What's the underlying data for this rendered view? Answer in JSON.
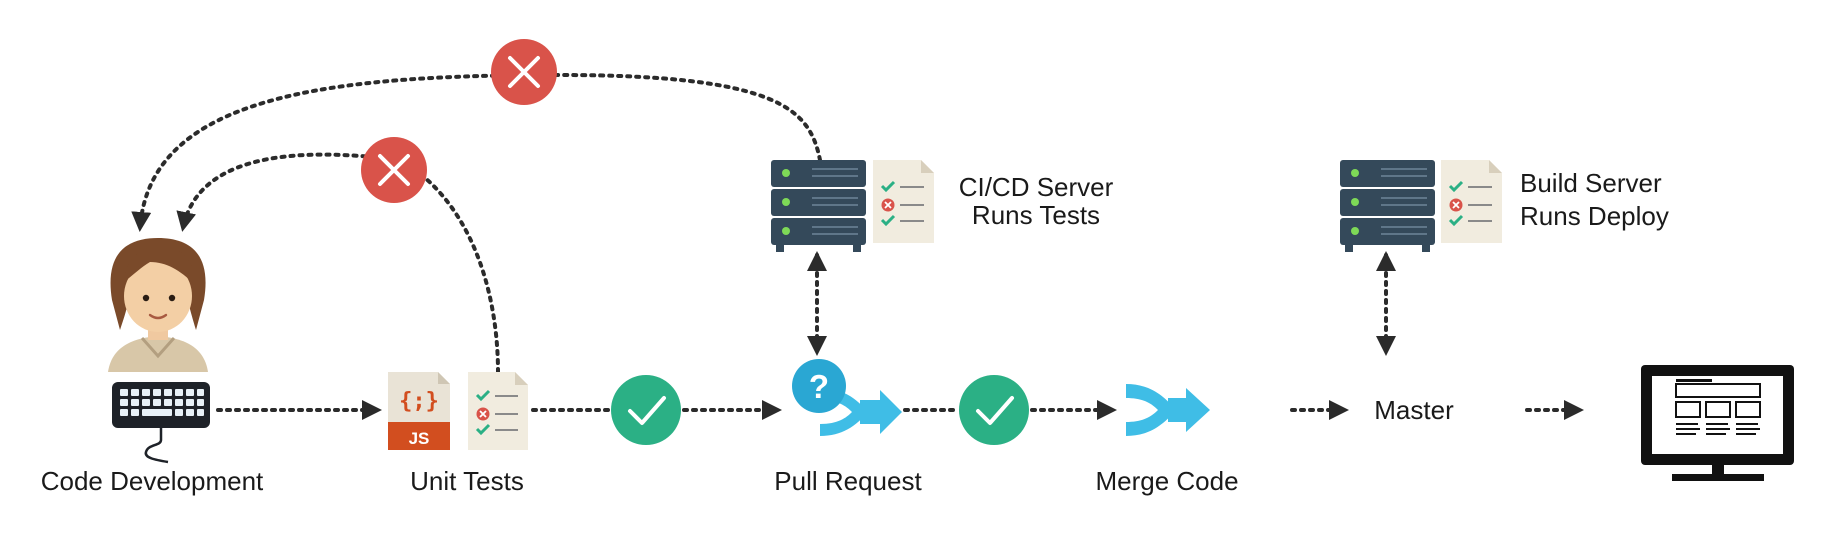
{
  "steps": {
    "code_development": "Code Development",
    "unit_tests": "Unit Tests",
    "pull_request": "Pull Request",
    "merge_code": "Merge Code",
    "master": "Master"
  },
  "servers": {
    "cicd_line1": "CI/CD Server",
    "cicd_line2": "Runs Tests",
    "build_line1": "Build Server",
    "build_line2": "Runs Deploy"
  },
  "badges": {
    "js_brackets": "{;}",
    "js_label": "JS",
    "question": "?"
  },
  "colors": {
    "fail": "#d9534a",
    "pass": "#2bb085",
    "merge_arrow": "#3fbde6",
    "question": "#2aa7d3",
    "server": "#34495a",
    "paper": "#f1ecdf",
    "js": "#d24e1f",
    "line": "#2b2b2b"
  },
  "icons": [
    "developer-avatar-icon",
    "keyboard-icon",
    "js-file-icon",
    "test-report-icon",
    "fail-icon",
    "pass-icon",
    "question-icon",
    "merge-icon",
    "server-icon",
    "monitor-icon"
  ]
}
